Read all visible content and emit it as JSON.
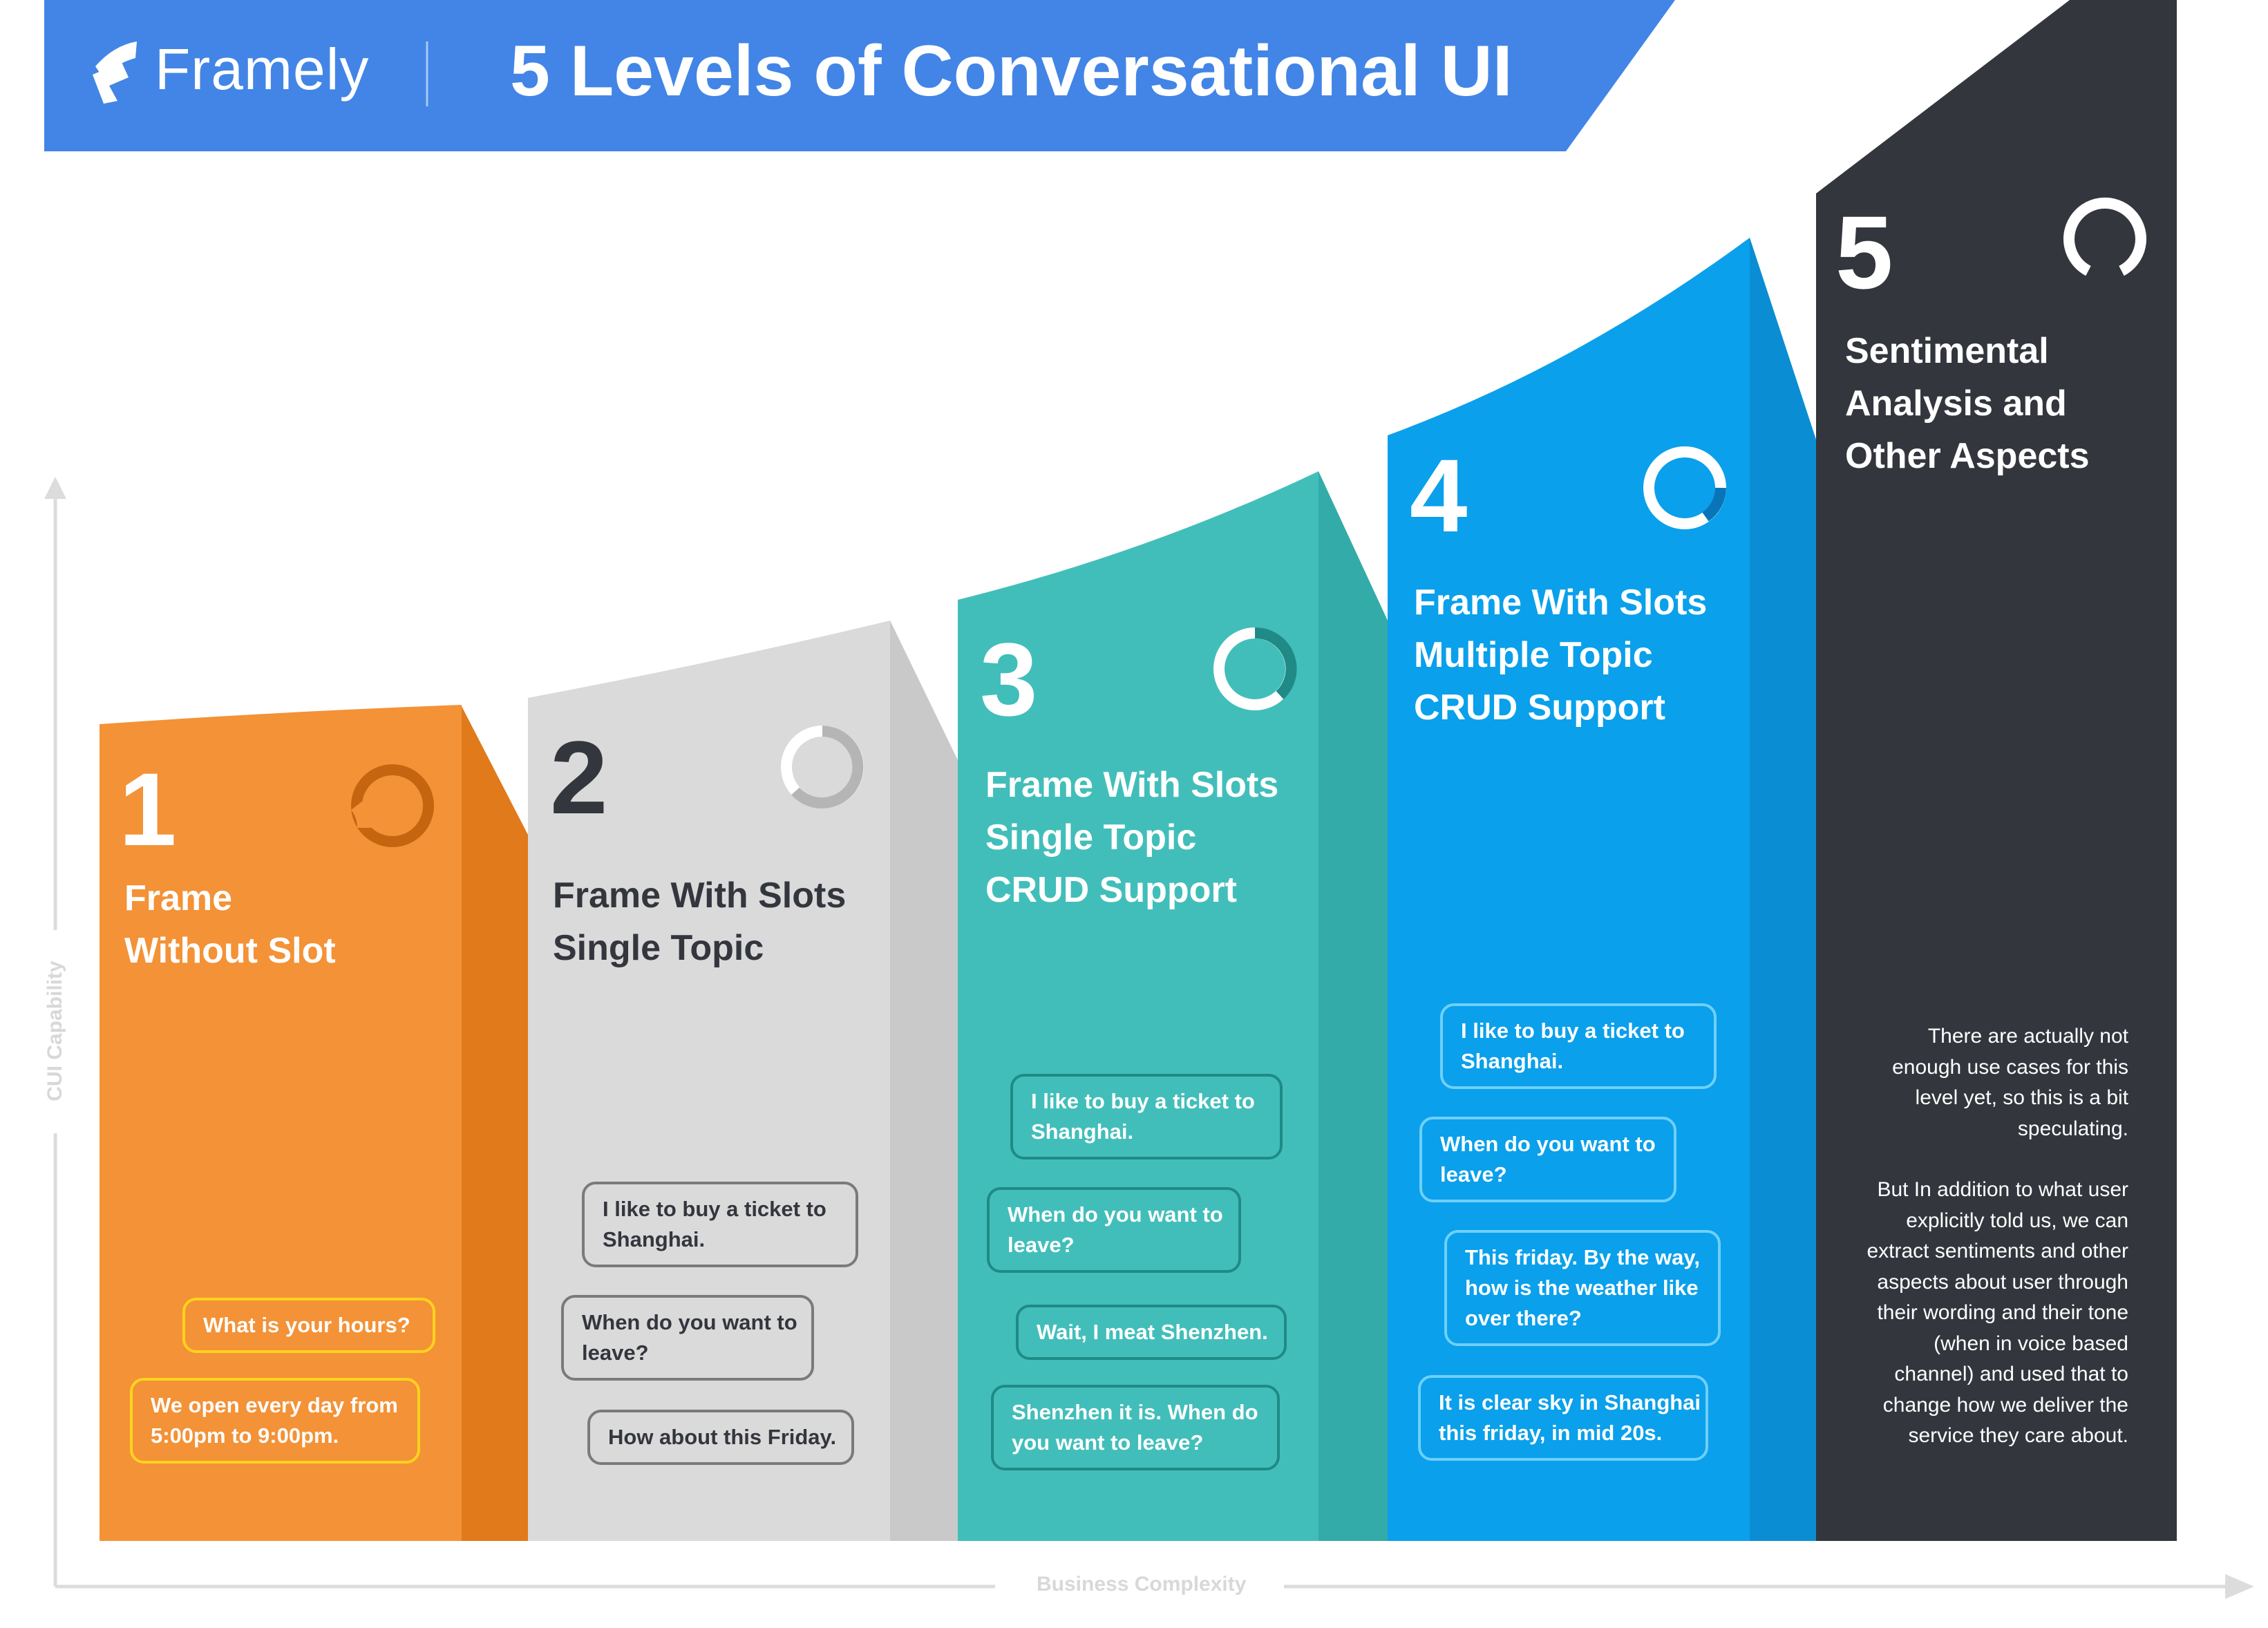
{
  "header": {
    "brand": "Framely",
    "title": "5 Levels of Conversational UI",
    "color": "#4285E6"
  },
  "axes": {
    "y_label": "CUI Capability",
    "x_label": "Business Complexity"
  },
  "levels": [
    {
      "number": "1",
      "title_lines": [
        "Frame",
        "Without Slot"
      ],
      "color": "#F39237",
      "side_color": "#E07A1A",
      "icon": "progress-ring-icon",
      "bubbles": [
        {
          "lines": [
            "What is your hours?"
          ]
        },
        {
          "lines": [
            "We open every day from",
            "5:00pm to 9:00pm."
          ]
        }
      ]
    },
    {
      "number": "2",
      "title_lines": [
        "Frame With Slots",
        "Single Topic"
      ],
      "color": "#DADADA",
      "side_color": "#C9C9C9",
      "icon": "progress-ring-icon",
      "bubbles": [
        {
          "lines": [
            "I like to buy a ticket to",
            "Shanghai."
          ]
        },
        {
          "lines": [
            "When do you want to",
            "leave?"
          ]
        },
        {
          "lines": [
            "How about this Friday."
          ]
        }
      ]
    },
    {
      "number": "3",
      "title_lines": [
        "Frame With Slots",
        "Single Topic",
        "CRUD Support"
      ],
      "color": "#42BEBA",
      "side_color": "#33ABA8",
      "icon": "progress-ring-icon",
      "bubbles": [
        {
          "lines": [
            "I like to buy a ticket to",
            "Shanghai."
          ]
        },
        {
          "lines": [
            "When do you want to",
            "leave?"
          ]
        },
        {
          "lines": [
            "Wait, I meat Shenzhen."
          ]
        },
        {
          "lines": [
            "Shenzhen it is. When do",
            "you want to leave?"
          ]
        }
      ]
    },
    {
      "number": "4",
      "title_lines": [
        "Frame With Slots",
        "Multiple Topic",
        "CRUD Support"
      ],
      "color": "#0AA0EB",
      "side_color": "#0A8DD3",
      "icon": "progress-ring-icon",
      "bubbles": [
        {
          "lines": [
            "I like to buy a ticket to",
            "Shanghai."
          ]
        },
        {
          "lines": [
            "When do you want to",
            "leave?"
          ]
        },
        {
          "lines": [
            "This friday. By the way,",
            "how is the weather like",
            "over there?"
          ]
        },
        {
          "lines": [
            "It is clear sky in Shanghai",
            "this friday, in mid 20s."
          ]
        }
      ]
    },
    {
      "number": "5",
      "title_lines": [
        "Sentimental",
        "Analysis and",
        "Other Aspects"
      ],
      "color": "#33363D",
      "icon": "ring-icon",
      "description": [
        [
          "There are actually not",
          "enough use cases for this",
          "level yet, so this is a bit",
          "speculating."
        ],
        [
          "But In addition to what user",
          "explicitly told us, we can",
          "extract sentiments and other",
          "aspects about user through",
          "their wording and their tone",
          "(when in voice based",
          "channel) and used that to",
          "change how we deliver the",
          "service they care about."
        ]
      ]
    }
  ]
}
